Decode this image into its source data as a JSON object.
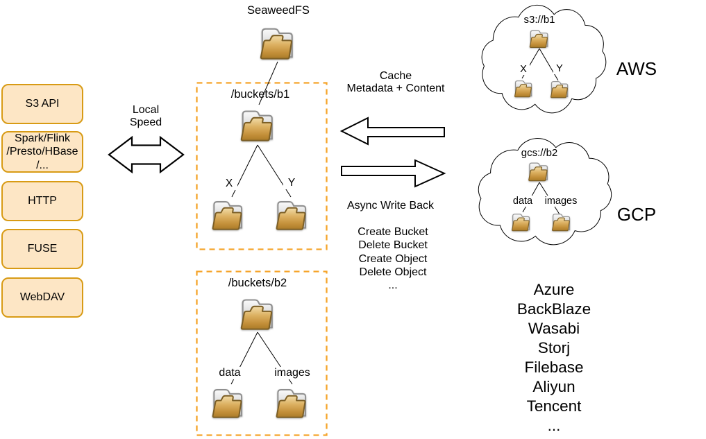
{
  "title": "SeaweedFS",
  "left_panel": {
    "items": [
      "S3 API",
      "Spark/Flink\n/Presto/HBase\n/...",
      "HTTP",
      "FUSE",
      "WebDAV"
    ]
  },
  "local_speed_label": "Local\nSpeed",
  "cache_label": "Cache\nMetadata + Content",
  "async_label": "Async Write Back",
  "operations": [
    "Create Bucket",
    "Delete Bucket",
    "Create Object",
    "Delete Object",
    "..."
  ],
  "buckets": {
    "b1": {
      "label": "/buckets/b1",
      "children": [
        "X",
        "Y"
      ]
    },
    "b2": {
      "label": "/buckets/b2",
      "children": [
        "data",
        "images"
      ]
    }
  },
  "clouds": [
    {
      "name": "AWS",
      "bucket": "s3://b1",
      "children": [
        "X",
        "Y"
      ]
    },
    {
      "name": "GCP",
      "bucket": "gcs://b2",
      "children": [
        "data",
        "images"
      ]
    }
  ],
  "providers": [
    "Azure",
    "BackBlaze",
    "Wasabi",
    "Storj",
    "Filebase",
    "Aliyun",
    "Tencent",
    "..."
  ],
  "icons": {
    "folder": "open-folder-icon",
    "cloud": "cloud-shape",
    "arrow": "block-arrow"
  },
  "colors": {
    "box_fill": "#fde6c5",
    "box_border": "#d89b15",
    "dashed_border": "#f5a42a",
    "line": "#000000"
  }
}
